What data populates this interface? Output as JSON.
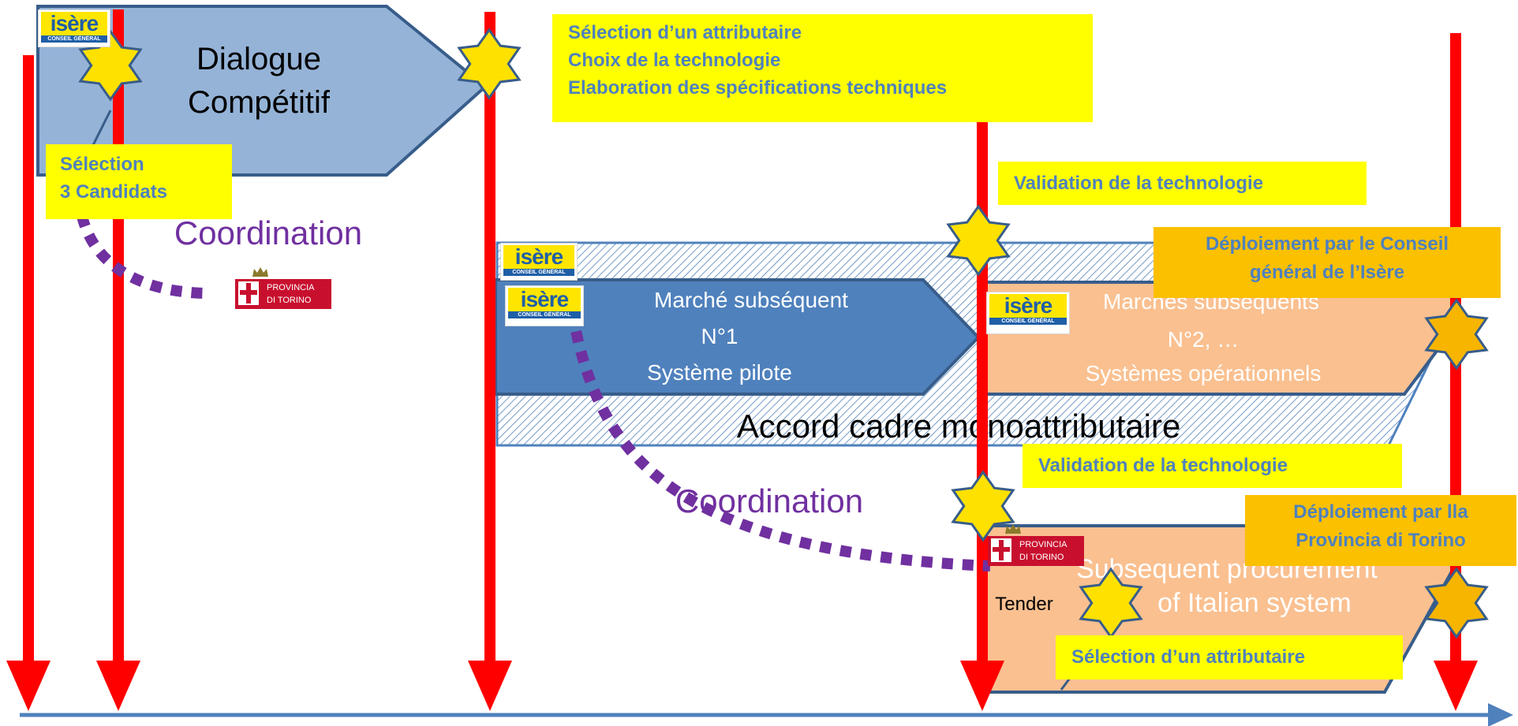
{
  "dialogue": {
    "line1": "Dialogue",
    "line2": "Compétitif"
  },
  "selection_box": {
    "line1": "Sélection",
    "line2": "3 Candidats"
  },
  "top_box": {
    "line1": "Sélection d’un attributaire",
    "line2": "Choix de la technologie",
    "line3": "Elaboration des spécifications techniques"
  },
  "coordination_top": "Coordination",
  "coordination_mid": "Coordination",
  "validation_1": "Validation de la technologie",
  "validation_2": "Validation de la technologie",
  "deploy_isere": {
    "line1": "Déploiement par le Conseil",
    "line2": "général de l’Isère"
  },
  "deploy_torino": {
    "line1": "Déploiement par lla",
    "line2": "Provincia di Torino"
  },
  "marche1": {
    "line1": "Marché subséquent",
    "line2": "N°1",
    "line3": "Système pilote"
  },
  "marches2": {
    "line1": "Marchés subséquents",
    "line2": "N°2, …",
    "line3": "Systèmes opérationnels"
  },
  "accord": "Accord cadre monoattributaire",
  "tender": "Tender",
  "italian": {
    "line1": "Subsequent procurement",
    "line2": "of Italian system"
  },
  "selection_bottom": "Sélection d’un attributaire",
  "logo_isere": {
    "word": "isère",
    "sub": "CONSEIL GÉNÉRAL"
  },
  "logo_torino": {
    "line1": "PROVINCIA",
    "line2": "DI TORINO"
  },
  "colors": {
    "arrow_red": "#ff0000",
    "timeline_blue": "#4f81bd",
    "dialogue_fill": "#95b3d7",
    "marche_fill": "#4f81bd",
    "peach_fill": "#fac090",
    "purple": "#7030a0",
    "yellow_box": "#ffff00",
    "orange_box": "#fbc000",
    "star_yellow": "#ffe100",
    "star_orange": "#f7b500"
  }
}
